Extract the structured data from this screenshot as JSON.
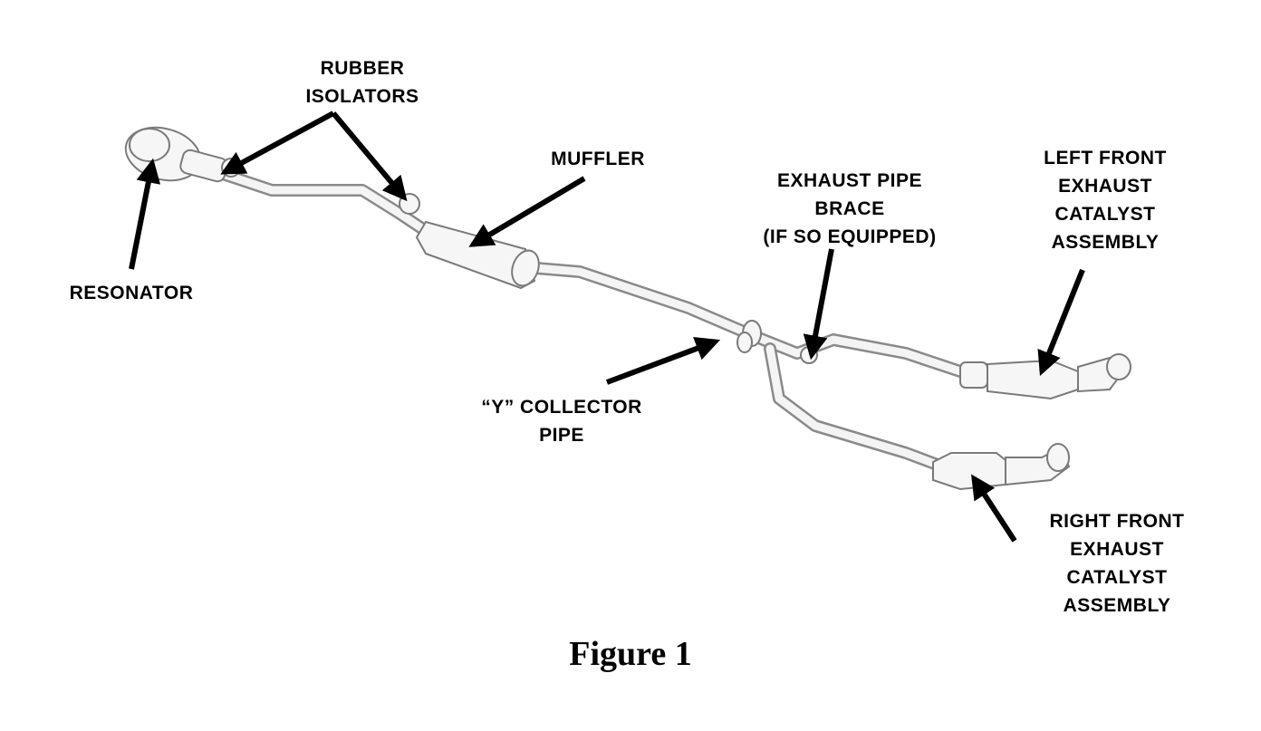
{
  "figure": {
    "caption": "Figure 1",
    "labels": {
      "rubber_isolators": [
        "RUBBER",
        "ISOLATORS"
      ],
      "muffler": [
        "MUFFLER"
      ],
      "exhaust_pipe_brace": [
        "EXHAUST PIPE",
        "BRACE",
        "(IF SO EQUIPPED)"
      ],
      "left_front_catalyst": [
        "LEFT FRONT",
        "EXHAUST",
        "CATALYST",
        "ASSEMBLY"
      ],
      "resonator": [
        "RESONATOR"
      ],
      "y_collector_pipe": [
        "“Y” COLLECTOR",
        "PIPE"
      ],
      "right_front_catalyst": [
        "RIGHT FRONT",
        "EXHAUST",
        "CATALYST",
        "ASSEMBLY"
      ]
    }
  }
}
